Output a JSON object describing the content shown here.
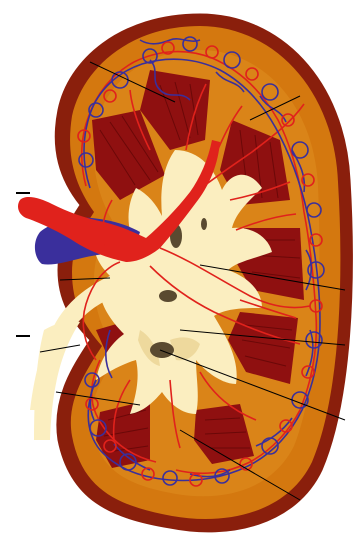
{
  "figure": {
    "kind": "kidney cross-section illustration",
    "labels": []
  },
  "colors": {
    "capsule": "#8a1f0c",
    "cortex": "#d4780f",
    "cortex_light": "#e59a2a",
    "pyramid": "#8f1010",
    "pyramid_stripe": "#6b0808",
    "pelvis": "#fbeec0",
    "pelvis_shadow": "#e8d08e",
    "artery": "#e0221c",
    "vein": "#3a2f9c",
    "calyx_dark": "#5a4a30",
    "leader_line": "#000000"
  },
  "structures": [
    "capsule",
    "cortex",
    "medulla-pyramids",
    "renal-pelvis",
    "calyces",
    "ureter",
    "renal-artery",
    "renal-vein",
    "arcuate-vessels"
  ]
}
